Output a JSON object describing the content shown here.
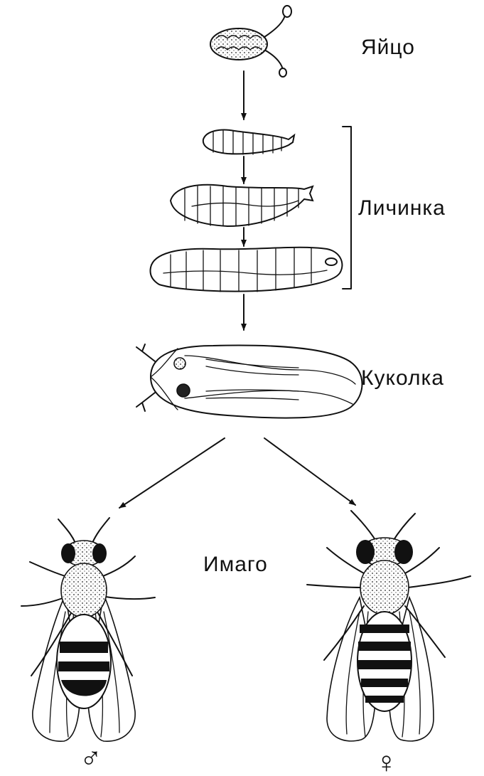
{
  "stages": {
    "egg": "Яйцо",
    "larva": "Личинка",
    "pupa": "Куколка",
    "adult": "Имаго"
  },
  "sex_symbols": {
    "male": "♂",
    "female": "♀"
  }
}
